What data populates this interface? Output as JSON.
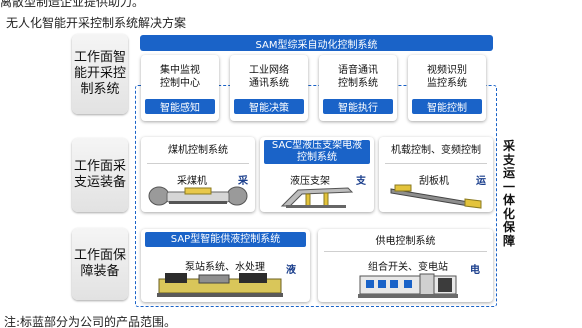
{
  "header": {
    "top_clipped_text": "离散型制造企业提供助力。",
    "subtitle": "无人化智能开采控制系统解决方案"
  },
  "row_labels": [
    "工作面智能开采控制系统",
    "工作面采支运装备",
    "工作面保障装备"
  ],
  "sam_bar": "SAM型综采自动化控制系统",
  "top_cards": [
    {
      "title": "集中监视\n控制中心",
      "pill": "智能感知"
    },
    {
      "title": "工业网络\n通讯系统",
      "pill": "智能决策"
    },
    {
      "title": "语音通讯\n控制系统",
      "pill": "智能执行"
    },
    {
      "title": "视频识别\n监控系统",
      "pill": "智能控制"
    }
  ],
  "side_label": "采支运一体化保障",
  "mid_panels": [
    {
      "title": "煤机控制系统",
      "caption": "采煤机",
      "char": "采",
      "highlight": false,
      "icon": "shearer-icon"
    },
    {
      "title": "SAC型液压支架电液控制系统",
      "caption": "液压支架",
      "char": "支",
      "highlight": true,
      "icon": "hydraulic-support-icon"
    },
    {
      "title": "机载控制、变频控制",
      "caption": "刮板机",
      "char": "运",
      "highlight": false,
      "icon": "scraper-conveyor-icon"
    }
  ],
  "bottom_panels": [
    {
      "title": "SAP型智能供液控制系统",
      "caption": "泵站系统、水处理",
      "char": "液",
      "highlight": true,
      "icon": "pump-station-icon"
    },
    {
      "title": "供电控制系统",
      "caption": "组合开关、变电站",
      "char": "电",
      "highlight": false,
      "icon": "power-switch-icon"
    }
  ],
  "footnote": "注:标蓝部分为公司的产品范围。",
  "colors": {
    "accent_blue": "#1a63c8",
    "card_text": "#111111",
    "label_bg": "#e6e6e6"
  }
}
